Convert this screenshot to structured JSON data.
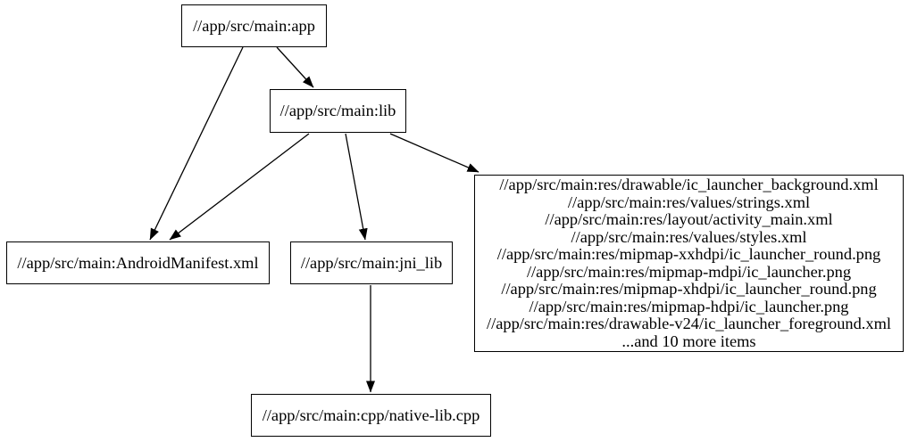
{
  "diagram": {
    "type": "dependency-graph",
    "nodes": {
      "app": {
        "label": "//app/src/main:app"
      },
      "lib": {
        "label": "//app/src/main:lib"
      },
      "android_manifest": {
        "label": "//app/src/main:AndroidManifest.xml"
      },
      "jni_lib": {
        "label": "//app/src/main:jni_lib"
      },
      "native_lib_cpp": {
        "label": "//app/src/main:cpp/native-lib.cpp"
      },
      "res_files": {
        "lines": [
          "//app/src/main:res/drawable/ic_launcher_background.xml",
          "//app/src/main:res/values/strings.xml",
          "//app/src/main:res/layout/activity_main.xml",
          "//app/src/main:res/values/styles.xml",
          "//app/src/main:res/mipmap-xxhdpi/ic_launcher_round.png",
          "//app/src/main:res/mipmap-mdpi/ic_launcher.png",
          "//app/src/main:res/mipmap-xhdpi/ic_launcher_round.png",
          "//app/src/main:res/mipmap-hdpi/ic_launcher.png",
          "//app/src/main:res/drawable-v24/ic_launcher_foreground.xml",
          "...and 10 more items"
        ]
      }
    },
    "edges": [
      {
        "from": "app",
        "to": "lib"
      },
      {
        "from": "app",
        "to": "android_manifest"
      },
      {
        "from": "lib",
        "to": "android_manifest"
      },
      {
        "from": "lib",
        "to": "jni_lib"
      },
      {
        "from": "lib",
        "to": "res_files"
      },
      {
        "from": "jni_lib",
        "to": "native_lib_cpp"
      }
    ],
    "colors": {
      "background": "#ffffff",
      "node_fill": "#ffffff",
      "node_border": "#000000",
      "edge": "#000000",
      "text": "#000000"
    }
  }
}
